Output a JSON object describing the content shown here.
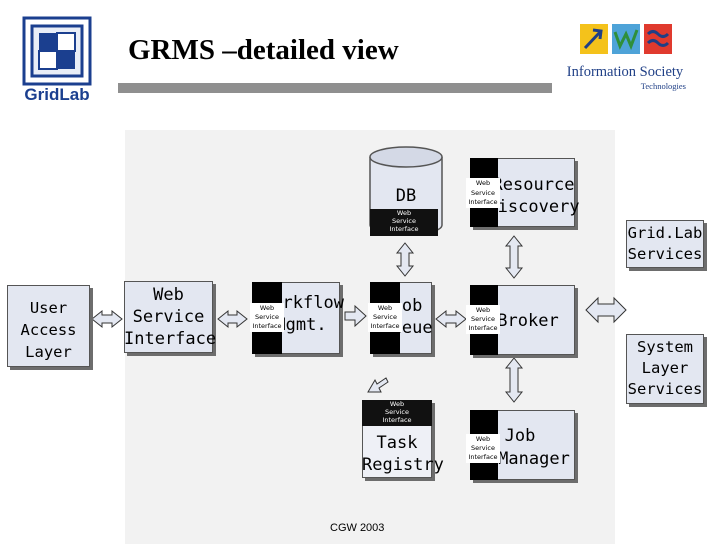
{
  "header": {
    "title": "GRMS –detailed view",
    "gridlab_logo_text": "GridLab",
    "ist_logo_text": "Information Society",
    "ist_logo_subtext": "Technologies"
  },
  "left": {
    "user_access_layer": [
      "User",
      "Access",
      "Layer"
    ],
    "web_service_interface": [
      "Web",
      "Service",
      "Interface"
    ]
  },
  "components": {
    "db_label": "DB",
    "resource_discovery": [
      "Resource",
      "Discovery"
    ],
    "workflow_mgmt": [
      "Workflow",
      "Mgmt."
    ],
    "job_queue": [
      "Job",
      "Queue"
    ],
    "broker": "Broker",
    "task_registry": [
      "Task",
      "Registry"
    ],
    "job_manager": [
      "Job",
      "Manager"
    ],
    "ws_tag": [
      "Web",
      "Service",
      "Interface"
    ]
  },
  "right": {
    "gridlab_services": [
      "Grid.Lab",
      "Services"
    ],
    "system_layer_services": [
      "System",
      "Layer",
      "Services"
    ]
  },
  "footer": "CGW 2003",
  "colors": {
    "box_fill": "#e3e7f1",
    "box_border": "#555555",
    "frame_fill": "#f2f2f2",
    "arrow_fill": "#e4e8f2",
    "title_rule": "#8f8f8f",
    "gridlab_blue": "#1b3f8f",
    "ist_blue": "#1f3f86"
  }
}
